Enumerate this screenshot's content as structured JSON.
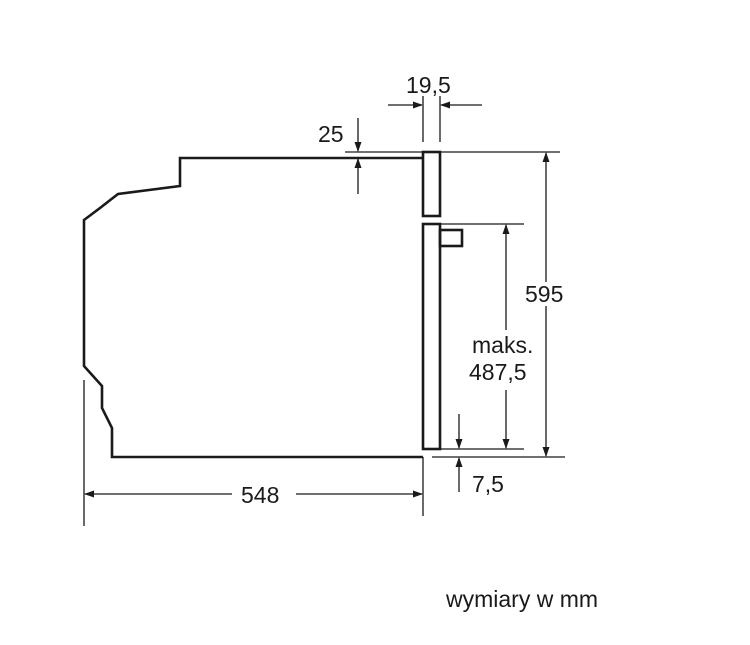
{
  "dimensions": {
    "door_thickness": "19,5",
    "top_gap": "25",
    "height": "595",
    "max_label": "maks.",
    "max_value": "487,5",
    "bottom_offset": "7,5",
    "depth": "548"
  },
  "caption": "wymiary w mm",
  "colors": {
    "line": "#1a1a1a",
    "background": "#ffffff"
  }
}
